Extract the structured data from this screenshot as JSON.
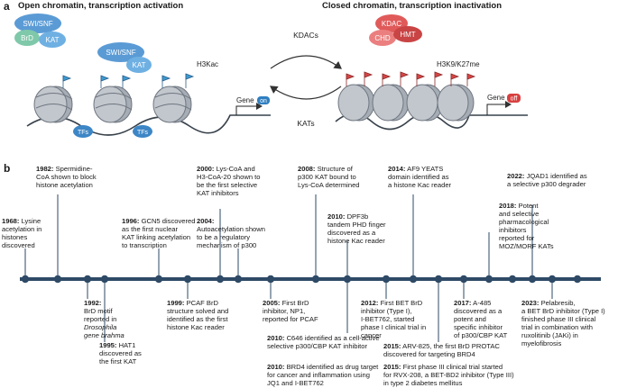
{
  "panel_a": {
    "letter": "a",
    "left_title": "Open chromatin, transcription activation",
    "right_title": "Closed chromatin, transcription inactivation",
    "left_complex": {
      "top": "SWI/SNF",
      "brd": "BrD",
      "kat": "KAT"
    },
    "left_complex2": {
      "top": "SWI/SNF",
      "kat": "KAT"
    },
    "left_mark": "H3Kac",
    "tf_label": "TFs",
    "gene_label": "Gene",
    "gene_on": "on",
    "right_complex": {
      "kdac": "KDAC",
      "chd": "CHD",
      "hmt": "HMT"
    },
    "right_mark": "H3K9/K27me",
    "gene_off": "off",
    "arrow_top": "KDACs",
    "arrow_bottom": "KATs"
  },
  "panel_b": {
    "letter": "b",
    "events": [
      {
        "year": "1968:",
        "text": " Lysine acetylation in histones discovered",
        "l1": "Lysine",
        "l2": "acetylation in",
        "l3": "histones",
        "l4": "discovered"
      },
      {
        "year": "1982:",
        "l1": "Spermidine-",
        "l2": "CoA shown to block",
        "l3": "histone acetylation"
      },
      {
        "year": "1992:",
        "l1": "BrD motif",
        "l2": "reported in",
        "l3": "Drosophila",
        "l4": "gene brahma"
      },
      {
        "year": "1995:",
        "l1": "HAT1",
        "l2": "discovered as",
        "l3": "the first KAT"
      },
      {
        "year": "1996:",
        "l1": "GCN5 discovered",
        "l2": "as the first nuclear",
        "l3": "KAT linking acetylation",
        "l4": "to transcription"
      },
      {
        "year": "1999:",
        "l1": "PCAF BrD",
        "l2": "structure solved and",
        "l3": "identified as the first",
        "l4": "histone Kac reader"
      },
      {
        "year": "2000:",
        "l1": "Lys-CoA and",
        "l2": "H3-CoA-20 shown to",
        "l3": "be the first selective",
        "l4": "KAT inhibitors"
      },
      {
        "year": "2004:",
        "l1": "Autoacetylation shown",
        "l2": "to be a regulatory",
        "l3": "mechanism of p300"
      },
      {
        "year": "2005:",
        "l1": "First BrD",
        "l2": "inhibitor, NP1,",
        "l3": "reported for PCAF"
      },
      {
        "year": "2008:",
        "l1": "Structure of",
        "l2": "p300 KAT bound to",
        "l3": "Lys-CoA determined"
      },
      {
        "year": "2010:",
        "l1": "DPF3b",
        "l2": "tandem PHD finger",
        "l3": "discovered as a",
        "l4": "histone Kac reader"
      },
      {
        "year": "2010:",
        "l1": "C646 identified as a cell-active",
        "l2": "selective p300/CBP KAT inhibitor"
      },
      {
        "year": "2010:",
        "l1": "BRD4 identified as drug target",
        "l2": "for cancer and inflammation using",
        "l3": "JQ1 and I-BET762"
      },
      {
        "year": "2012:",
        "l1": "First BET BrD",
        "l2": "inhibitor (Type I),",
        "l3": "I-BET762, started",
        "l4": "phase I clinical trial in",
        "l5": "cancer"
      },
      {
        "year": "2014:",
        "l1": "AF9 YEATS",
        "l2": "domain identified as",
        "l3": "a histone Kac reader"
      },
      {
        "year": "2015:",
        "l1": "ARV-825, the first BrD PROTAC",
        "l2": "discovered for targeting BRD4"
      },
      {
        "year": "2015:",
        "l1": "First phase III clinical trial started",
        "l2": "for RVX-208, a BET-BD2 inhibitor (Type III)",
        "l3": "in type 2 diabetes mellitus"
      },
      {
        "year": "2017:",
        "l1": "A-485",
        "l2": "discovered as a",
        "l3": "potent and",
        "l4": "specific inhibitor",
        "l5": "of p300/CBP KAT"
      },
      {
        "year": "2018:",
        "l1": "Potent",
        "l2": "and selective",
        "l3": "pharmacological",
        "l4": "inhibitors",
        "l5": "reported for",
        "l6": "MOZ/MORF KATs"
      },
      {
        "year": "2022:",
        "l1": "JQAD1 identified as",
        "l2": "a selective p300 degrader"
      },
      {
        "year": "2023:",
        "l1": "Pelabresib,",
        "l2": "a BET BrD inhibitor (Type I)",
        "l3": "finished phase III clinical",
        "l4": "trial in combination with",
        "l5": "ruxolitinib (JAKi) in",
        "l6": "myelofibrosis"
      }
    ]
  },
  "colors": {
    "timeline": "#2e4a66",
    "blue_complex": "#5b9bd5",
    "green_brd": "#7fc8a9",
    "red_complex": "#e05a5a",
    "nucleosome": "#a7adb5",
    "gene_on": "#2f7fc1",
    "gene_off": "#d94040"
  }
}
